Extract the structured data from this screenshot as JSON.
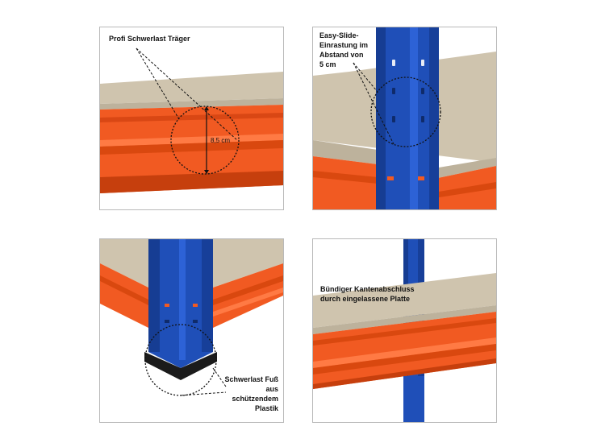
{
  "panels": [
    {
      "caption": "Profi Schwerlast Träger",
      "measurement": "8,5 cm"
    },
    {
      "caption_lines": [
        "Easy-Slide-",
        "Einrastung im",
        "Abstand von",
        "5 cm"
      ]
    },
    {
      "caption_lines": [
        "Schwerlast Fuß",
        "aus",
        "schützendem",
        "Plastik"
      ]
    },
    {
      "caption_lines": [
        "Bündiger Kantenabschluss",
        "durch eingelassene Platte"
      ]
    }
  ],
  "colors": {
    "beam_orange": "#f15a22",
    "upright_blue": "#1f4fb8",
    "board_beige": "#cfc4ae",
    "foot_black": "#1b1b1b",
    "border": "#b9b9b9"
  }
}
